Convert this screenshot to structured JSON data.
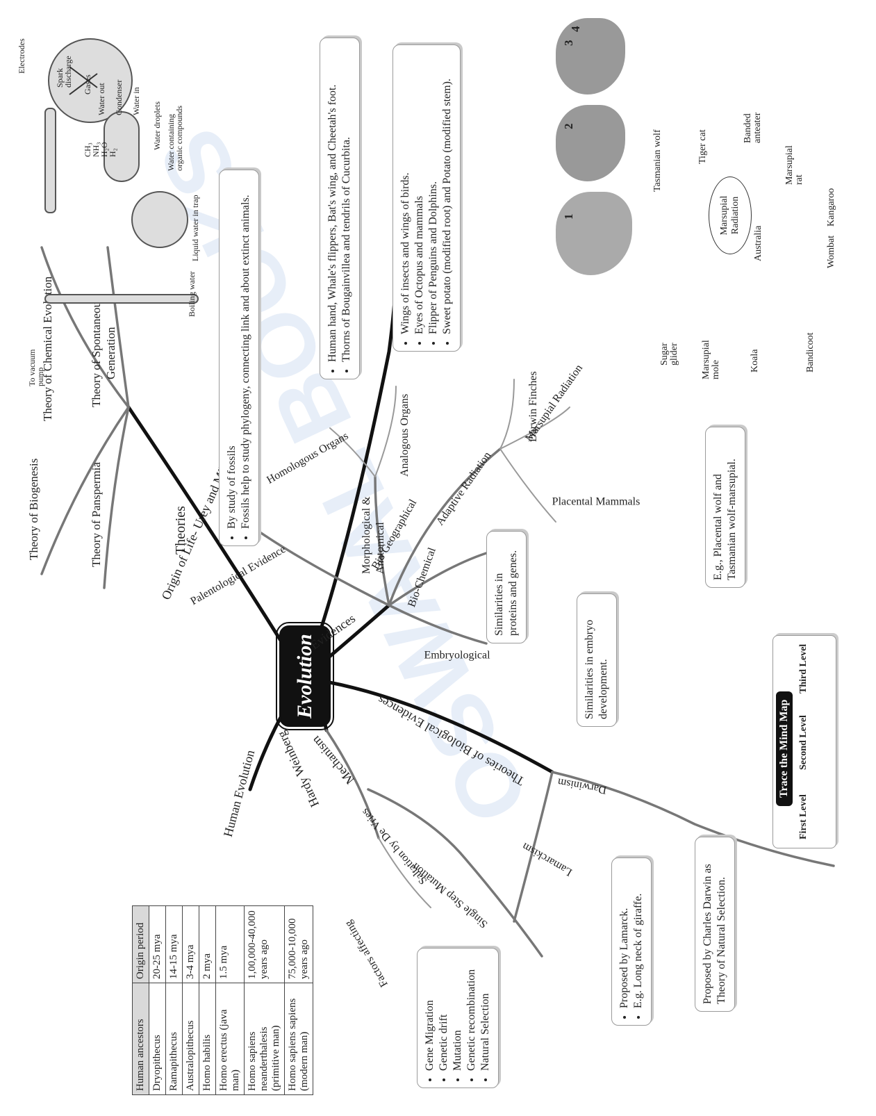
{
  "center": "Evolution",
  "branches": {
    "theories": "Theories",
    "origin": "Origin of Life- Urey and Miller's Experiment",
    "evidences": "Evidences",
    "theories_bio": "Theories of Biological Evidences",
    "mechanism": "Mechanism",
    "hardy": "Hardy Weinberg",
    "human": "Human Evolution"
  },
  "theory_items": {
    "chemical": "Theory of Chemical Evolution",
    "spontaneous1": "Theory of Spontaneous",
    "spontaneous2": "Generation",
    "biogenesis": "Theory of Biogenesis",
    "panspermia": "Theory of Panspermia"
  },
  "evidence_items": {
    "paleo": "Palentological Evidence",
    "morph1": "Morphological &",
    "morph2": "Anatomical",
    "homologous": "Homologous Organs",
    "analogous": "Analogous Organs",
    "biogeo": "Bio Geographical",
    "adaptive": "Adaptive Radiation",
    "darwin_finches": "Darwin Finches",
    "marsupial_rad": "Marsupial Radiation",
    "placental": "Placental Mammals",
    "biochem": "Bio-Chemical",
    "embryo": "Embryological"
  },
  "boxes": {
    "fossil": [
      "By study of fossils",
      "Fossils help to study phylogeny, connecting link and about extinct animals."
    ],
    "homologous": [
      "Human hand, Whale's flippers, Bat's wing, and Cheetah's foot.",
      "Thorns of Bougainvillea and tendrils of Cucurbita."
    ],
    "analogous": [
      "Wings of insects and wings of birds.",
      "Eyes of Octopus and mammals",
      "Flipper of Penguins and Dolphins.",
      "Sweet potato (modified root) and Potato (modified stem)."
    ],
    "placental": "E.g., Placental wolf and Tasmanian wolf-marsupial.",
    "biochem": "Similarities in proteins and genes.",
    "embryo": "Similarities in embryo development.",
    "darwin": "Proposed by Charles Darwin as Theory of Natural Selection.",
    "lamarck": [
      "Proposed by Lamarck.",
      "E.g. Long neck of giraffe."
    ],
    "factors": [
      "Gene Migration",
      "Genetic drift",
      "Mutation",
      "Genetic recombination",
      "Natural Selection"
    ]
  },
  "bio_items": {
    "darwinism": "Darwinism",
    "lamarckism": "Lamarckism",
    "saltation": "Saltation by De Vries",
    "single_step": "Single Step Mutation",
    "factors": "Factors affecting"
  },
  "apparatus": {
    "electrodes": "Electrodes",
    "spark1": "Spark",
    "spark2": "discharge",
    "gases": "Gases",
    "water_out": "Water out",
    "condenser": "Condenser",
    "water_in": "Water in",
    "droplets": "Water droplets",
    "containing1": "Water containing",
    "containing2": "organic compounds",
    "trap": "Liquid water in trap",
    "boiling": "Boiling water",
    "vacuum1": "To vacuum",
    "vacuum2": "pump",
    "gas_list": [
      "CH₃",
      "NH₃",
      "H₂O",
      "H₂"
    ]
  },
  "finches": [
    "1",
    "2",
    "3",
    "4"
  ],
  "marsupials": {
    "center1": "Marsupial",
    "center2": "Radiation",
    "australia": "Australia",
    "tasmanian": "Tasmanian wolf",
    "tiger_cat": "Tiger cat",
    "banded1": "Banded",
    "banded2": "anteater",
    "marsupial_rat1": "Marsupial",
    "marsupial_rat2": "rat",
    "kangaroo": "Kangaroo",
    "wombat": "Wombat",
    "bandicoot": "Bandicoot",
    "koala": "Koala",
    "mole1": "Marsupial",
    "mole2": "mole",
    "sugar1": "Sugar",
    "sugar2": "glider"
  },
  "table": {
    "headers": [
      "Human ancestors",
      "Origin period"
    ],
    "rows": [
      [
        "Dryopithecus",
        "20-25 mya"
      ],
      [
        "Ramapithecus",
        "14-15 mya"
      ],
      [
        "Australopithecus",
        "3-4 mya"
      ],
      [
        "Homo habilis",
        "2 mya"
      ],
      [
        "Homo erectus (java man)",
        "1.5 mya"
      ],
      [
        "Homo sapiens neanderthalesis (primitive man)",
        "1,00,000-40,000 years ago"
      ],
      [
        "Homo sapiens sapiens (modern man)",
        "75,000-10,000 years ago"
      ]
    ]
  },
  "legend": {
    "title": "Trace the Mind Map",
    "first": "First Level",
    "second": "Second Level",
    "third": "Third Level"
  },
  "watermark": "OSWAAL BOOKS"
}
